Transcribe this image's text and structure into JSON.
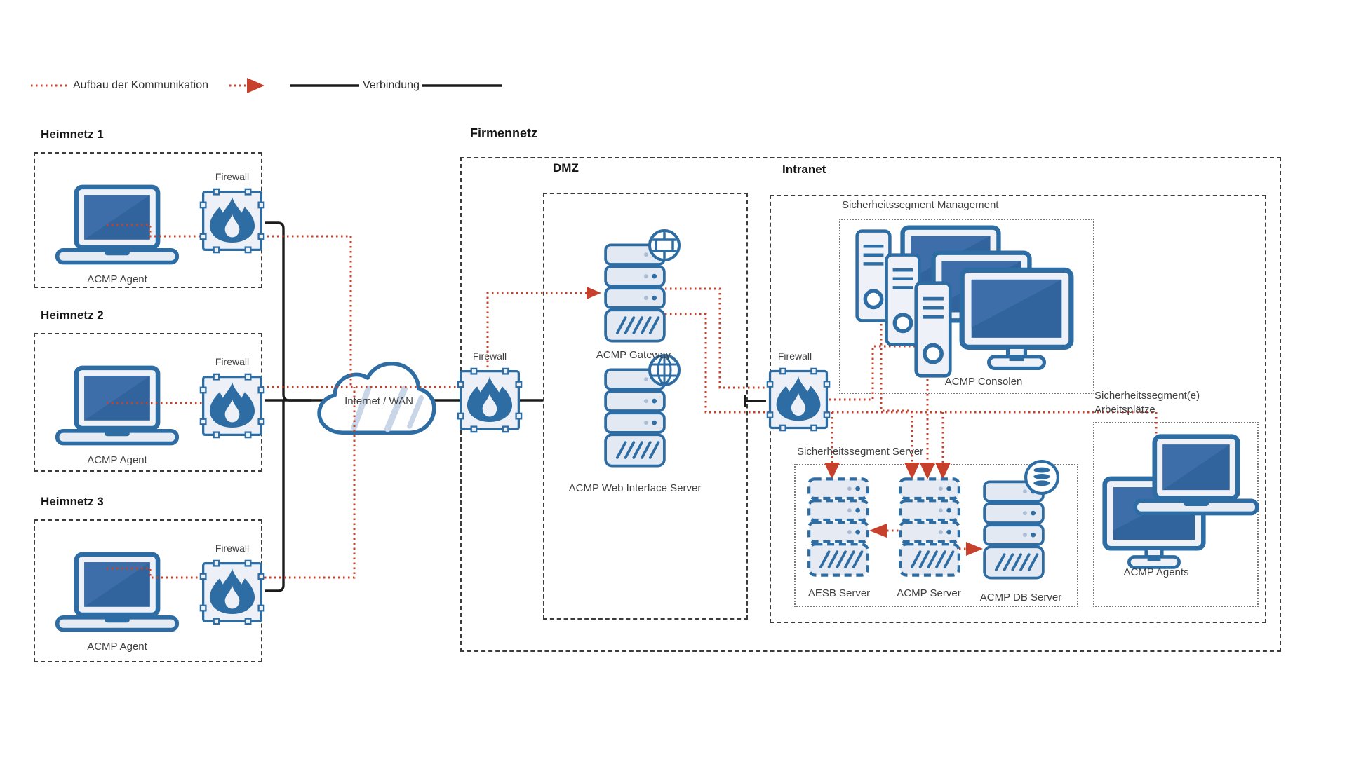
{
  "legend": {
    "communication_label": "Aufbau der Kommunikation",
    "connection_label": "Verbindung"
  },
  "home_networks": [
    {
      "title": "Heimnetz 1",
      "firewall_label": "Firewall",
      "device_label": "ACMP Agent"
    },
    {
      "title": "Heimnetz 2",
      "firewall_label": "Firewall",
      "device_label": "ACMP Agent"
    },
    {
      "title": "Heimnetz 3",
      "firewall_label": "Firewall",
      "device_label": "ACMP Agent"
    }
  ],
  "wan": {
    "label": "Internet / WAN"
  },
  "perimeter_firewall": {
    "label": "Firewall"
  },
  "company_network": {
    "title": "Firmennetz",
    "dmz": {
      "title": "DMZ",
      "gateway_label": "ACMP Gateway",
      "web_server_label": "ACMP Web Interface Server"
    },
    "intranet": {
      "title": "Intranet",
      "firewall_label": "Firewall",
      "management_segment": {
        "title": "Sicherheitssegment Management",
        "consoles_label": "ACMP Consolen"
      },
      "server_segment": {
        "title": "Sicherheitssegment Server",
        "servers": [
          {
            "label": "AESB Server"
          },
          {
            "label": "ACMP Server"
          },
          {
            "label": "ACMP DB Server"
          }
        ]
      },
      "workplace_segment": {
        "title_line1": "Sicherheitssegment(e)",
        "title_line2": "Arbeitsplätze",
        "agents_label": "ACMP Agents"
      }
    }
  },
  "colors": {
    "diagram_blue": "#2e6da4",
    "screen_blue": "#31639c",
    "communication_red": "#c6402c",
    "connection_black": "#1b1b1b",
    "panel_fill": "#edf1f7"
  }
}
